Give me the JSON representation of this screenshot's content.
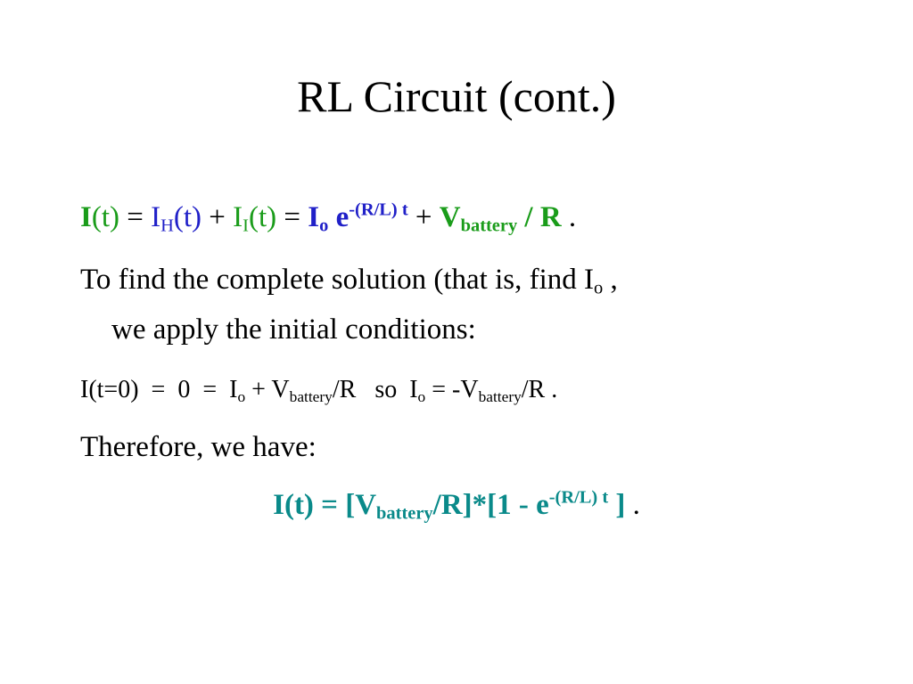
{
  "slide": {
    "title": "RL Circuit (cont.)",
    "colors": {
      "green": "#1a9c1a",
      "blue": "#2020c8",
      "teal": "#0a8a8a",
      "black": "#000000"
    },
    "line1": {
      "I": "I",
      "t_paren": "(t)",
      "eq1": " = ",
      "IH_I": "I",
      "IH_sub": "H",
      "IH_t": "(t)",
      "plus1": " + ",
      "II_I": "I",
      "II_sub": "I",
      "II_t": "(t)",
      "eq2": " = ",
      "Io_I": "I",
      "Io_sub": "o",
      "e": " e",
      "exp": "-(R/L) t",
      "plus2": " + ",
      "V": "V",
      "V_sub": "battery",
      "overR": " / R",
      "end": " ."
    },
    "line2": {
      "text": "To find the complete solution (that is, find I",
      "sub": "o",
      "tail": " ,"
    },
    "line3": {
      "text": "we apply the initial conditions:"
    },
    "line4": {
      "p1": "I(t=0)  =  0  =  I",
      "s1": "o",
      "p2": " + V",
      "s2": "battery",
      "p3": "/R   so  I",
      "s3": "o",
      "p4": " = -V",
      "s4": "battery",
      "p5": "/R ."
    },
    "line5": {
      "text": "Therefore, we have:"
    },
    "line6": {
      "p1": "I(t) = [V",
      "s1": "battery",
      "p2": "/R]*[1 - e",
      "sup": "-(R/L) t",
      "p3": " ]",
      "end": " ."
    }
  }
}
